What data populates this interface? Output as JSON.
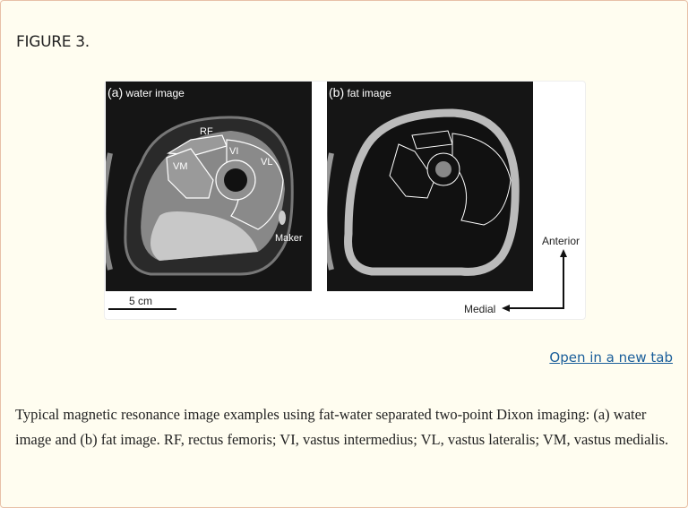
{
  "figure": {
    "title": "FIGURE 3.",
    "panels": [
      {
        "letter": "(a)",
        "label": "water image",
        "annotations": [
          "RF",
          "VI",
          "VL",
          "VM",
          "Maker"
        ]
      },
      {
        "letter": "(b)",
        "label": "fat image",
        "annotations": []
      }
    ],
    "scale_bar": "5 cm",
    "orientation": {
      "anterior": "Anterior",
      "medial": "Medial"
    }
  },
  "link": {
    "open_new_tab": "Open in a new tab"
  },
  "caption": "Typical magnetic resonance image examples using fat-water separated two-point Dixon imaging: (a) water image and (b) fat image. RF, rectus femoris; VI, vastus intermedius; VL, vastus lateralis; VM, vastus medialis.",
  "colors": {
    "background": "#fffdf0",
    "border": "#e8c0a8",
    "link": "#1a5e9a"
  }
}
